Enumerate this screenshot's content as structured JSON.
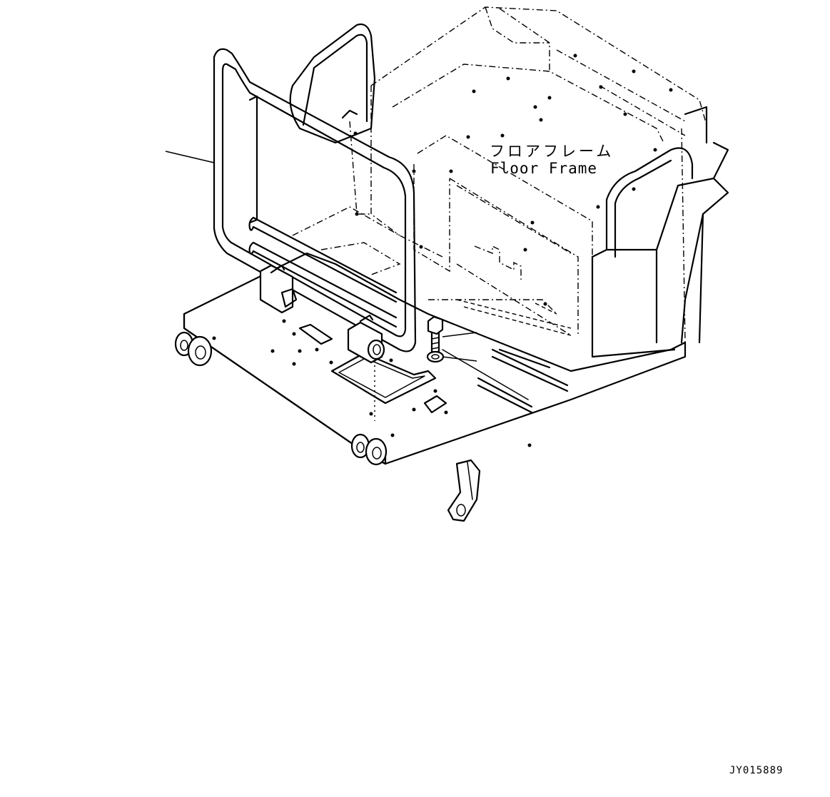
{
  "labels": {
    "floor_frame_jp": "フロアフレーム",
    "floor_frame_en": "Floor Frame"
  },
  "drawing_code": "JY015889"
}
